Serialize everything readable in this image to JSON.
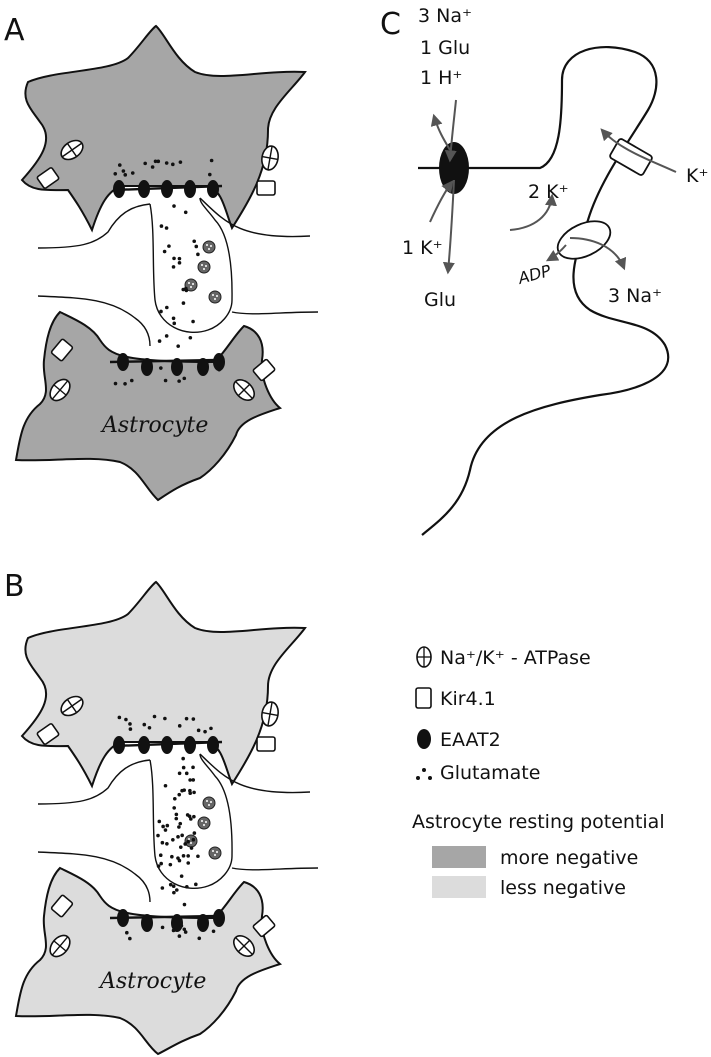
{
  "panels": {
    "a": {
      "letter": "A",
      "cell_label": "Astrocyte"
    },
    "b": {
      "letter": "B",
      "cell_label": "Astrocyte"
    },
    "c": {
      "letter": "C",
      "eaat_in": [
        "3 Na⁺",
        "1 Glu",
        "1 H⁺"
      ],
      "eaat_out_k": "1 K⁺",
      "eaat_out_glu": "Glu",
      "kir_ion": "K⁺",
      "pump_k": "2 K⁺",
      "pump_adp": "ADP",
      "pump_na": "3 Na⁺"
    }
  },
  "legend": {
    "items": [
      {
        "icon": "na-k-atpase-icon",
        "label": "Na⁺/K⁺ - ATPase"
      },
      {
        "icon": "kir41-icon",
        "label": "Kir4.1"
      },
      {
        "icon": "eaat2-icon",
        "label": "EAAT2"
      },
      {
        "icon": "glutamate-icon",
        "label": "Glutamate"
      }
    ],
    "potential_title": "Astrocyte resting potential",
    "potential_items": [
      {
        "label": "more negative",
        "color": "#a6a6a6"
      },
      {
        "label": "less negative",
        "color": "#dcdcdc"
      }
    ]
  },
  "colors": {
    "dark_astrocyte": "#a6a6a6",
    "light_astrocyte": "#dcdcdc",
    "outline": "#111111"
  }
}
